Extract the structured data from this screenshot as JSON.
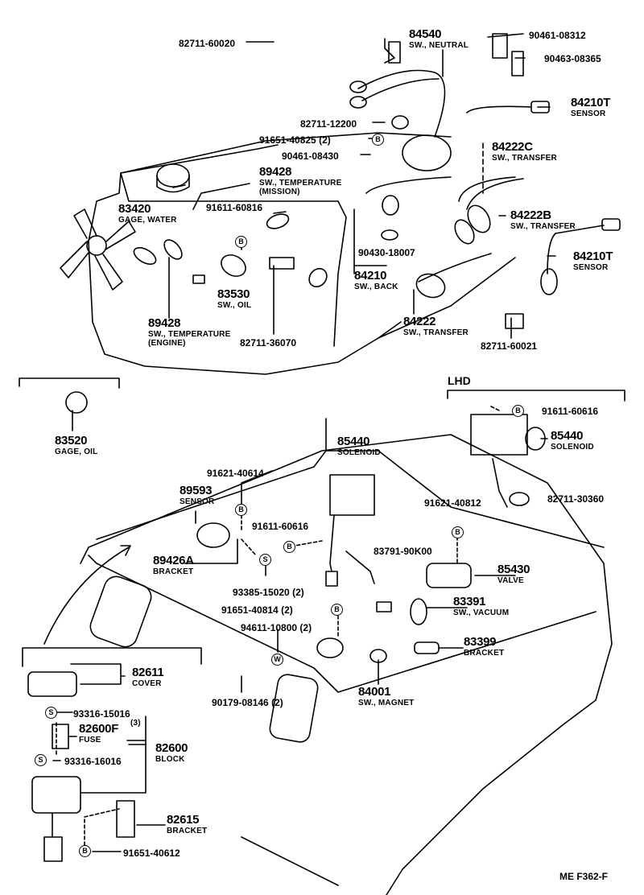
{
  "diagram": {
    "type": "exploded parts diagram",
    "reference": "ME  F362-F",
    "section_labels": {
      "lhd": "LHD"
    },
    "fastener_symbols": {
      "B": "B",
      "S": "S",
      "W": "W"
    },
    "parts": [
      {
        "id": "p82711_60020",
        "number": "82711-60020"
      },
      {
        "id": "p84540",
        "number": "84540",
        "desc": "SW., NEUTRAL"
      },
      {
        "id": "p90461_08312",
        "number": "90461-08312"
      },
      {
        "id": "p90463_08365",
        "number": "90463-08365"
      },
      {
        "id": "p84210T_a",
        "number": "84210T",
        "desc": "SENSOR"
      },
      {
        "id": "p82711_12200",
        "number": "82711-12200"
      },
      {
        "id": "p91651_40825",
        "number": "91651-40825 (2)"
      },
      {
        "id": "p90461_08430",
        "number": "90461-08430"
      },
      {
        "id": "p84222C",
        "number": "84222C",
        "desc": "SW., TRANSFER"
      },
      {
        "id": "p89428_m",
        "number": "89428",
        "desc": "SW., TEMPERATURE",
        "desc2": "(MISSION)"
      },
      {
        "id": "p83420",
        "number": "83420",
        "desc": "GAGE, WATER"
      },
      {
        "id": "p91611_60816",
        "number": "91611-60816"
      },
      {
        "id": "p84222B",
        "number": "84222B",
        "desc": "SW., TRANSFER"
      },
      {
        "id": "p90430_18007",
        "number": "90430-18007"
      },
      {
        "id": "p84210T_b",
        "number": "84210T",
        "desc": "SENSOR"
      },
      {
        "id": "p83530",
        "number": "83530",
        "desc": "SW., OIL"
      },
      {
        "id": "p84210",
        "number": "84210",
        "desc": "SW., BACK"
      },
      {
        "id": "p89428_e",
        "number": "89428",
        "desc": "SW., TEMPERATURE",
        "desc2": "(ENGINE)"
      },
      {
        "id": "p82711_36070",
        "number": "82711-36070"
      },
      {
        "id": "p84222",
        "number": "84222",
        "desc": "SW., TRANSFER"
      },
      {
        "id": "p82711_60021",
        "number": "82711-60021"
      },
      {
        "id": "p83520",
        "number": "83520",
        "desc": "GAGE, OIL"
      },
      {
        "id": "p91611_60616_lhd",
        "number": "91611-60616"
      },
      {
        "id": "p85440_lhd",
        "number": "85440",
        "desc": "SOLENOID"
      },
      {
        "id": "p82711_30360",
        "number": "82711-30360"
      },
      {
        "id": "p85440",
        "number": "85440",
        "desc": "SOLENOID"
      },
      {
        "id": "p91621_40614",
        "number": "91621-40614"
      },
      {
        "id": "p89593",
        "number": "89593",
        "desc": "SENSOR"
      },
      {
        "id": "p91621_40812",
        "number": "91621-40812"
      },
      {
        "id": "p91611_60616",
        "number": "91611-60616"
      },
      {
        "id": "p89426A",
        "number": "89426A",
        "desc": "BRACKET"
      },
      {
        "id": "p83791_90K00",
        "number": "83791-90K00"
      },
      {
        "id": "p85430",
        "number": "85430",
        "desc": "VALVE"
      },
      {
        "id": "p93385_15020",
        "number": "93385-15020 (2)"
      },
      {
        "id": "p91651_40814",
        "number": "91651-40814 (2)"
      },
      {
        "id": "p83391",
        "number": "83391",
        "desc": "SW., VACUUM"
      },
      {
        "id": "p94611_10800",
        "number": "94611-10800 (2)"
      },
      {
        "id": "p83399",
        "number": "83399",
        "desc": "BRACKET"
      },
      {
        "id": "p82611",
        "number": "82611",
        "desc": "COVER"
      },
      {
        "id": "p90179_08146",
        "number": "90179-08146 (2)"
      },
      {
        "id": "p84001",
        "number": "84001",
        "desc": "SW., MAGNET"
      },
      {
        "id": "p93316_15016",
        "number": "93316-15016"
      },
      {
        "id": "p82600F",
        "number": "82600F",
        "desc": "FUSE",
        "qty": "(3)"
      },
      {
        "id": "p82600",
        "number": "82600",
        "desc": "BLOCK"
      },
      {
        "id": "p93316_16016",
        "number": "93316-16016"
      },
      {
        "id": "p82615",
        "number": "82615",
        "desc": "BRACKET"
      },
      {
        "id": "p91651_40612",
        "number": "91651-40612"
      }
    ]
  }
}
